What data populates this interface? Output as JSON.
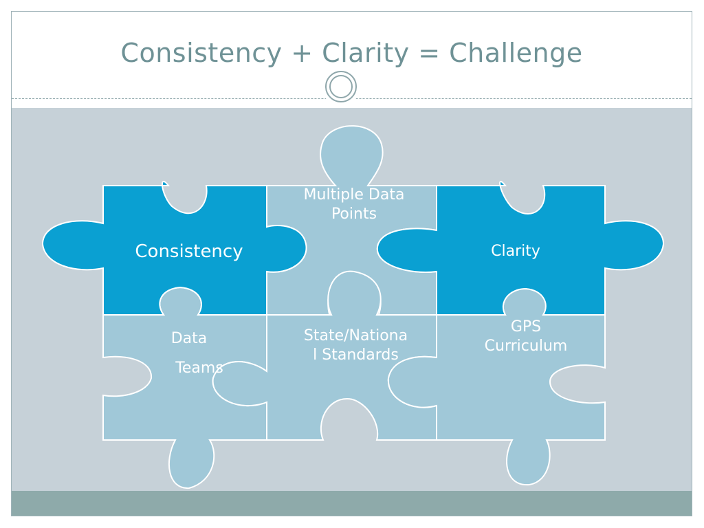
{
  "slide": {
    "title": "Consistency + Clarity = Challenge"
  },
  "pieces": {
    "consistency": "Consistency",
    "multiple_data_points_line1": "Multiple Data",
    "multiple_data_points_line2": "Points",
    "clarity": "Clarity",
    "data_teams_line1": "Data",
    "data_teams_line2": "Teams",
    "state_standards_line1": "State/Nationa",
    "state_standards_line2": "l Standards",
    "gps_line1": "GPS",
    "gps_line2": "Curriculum"
  },
  "colors": {
    "dark_piece": "#0aa0d2",
    "light_piece": "#a0c8d8",
    "title": "#6f9296",
    "background_band": "#c6d1d8",
    "footer": "#8eaaaa"
  }
}
